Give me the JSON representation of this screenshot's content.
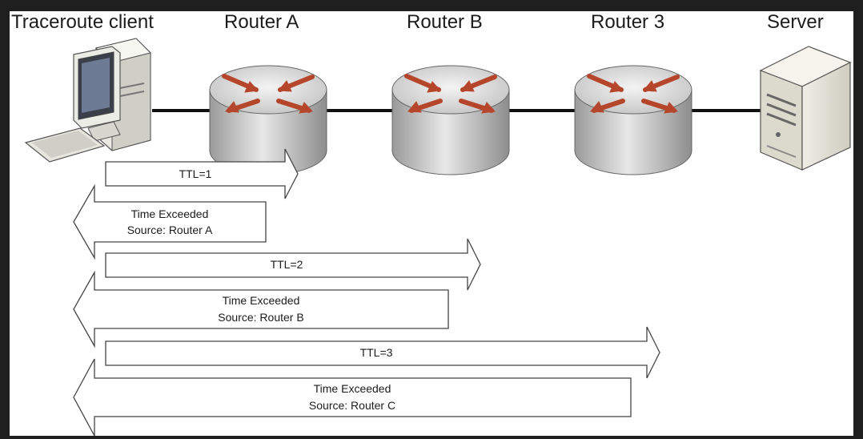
{
  "nodes": [
    {
      "key": "client",
      "label": "Traceroute client",
      "icon": "computer-icon"
    },
    {
      "key": "router_a",
      "label": "Router A",
      "icon": "router-icon"
    },
    {
      "key": "router_b",
      "label": "Router B",
      "icon": "router-icon"
    },
    {
      "key": "router_3",
      "label": "Router 3",
      "icon": "router-icon"
    },
    {
      "key": "server",
      "label": "Server",
      "icon": "server-icon"
    }
  ],
  "messages": [
    {
      "direction": "forward",
      "lines": [
        "TTL=1"
      ]
    },
    {
      "direction": "return",
      "lines": [
        "Time Exceeded",
        "Source: Router A"
      ]
    },
    {
      "direction": "forward",
      "lines": [
        "TTL=2"
      ]
    },
    {
      "direction": "return",
      "lines": [
        "Time Exceeded",
        "Source: Router B"
      ]
    },
    {
      "direction": "forward",
      "lines": [
        "TTL=3"
      ]
    },
    {
      "direction": "return",
      "lines": [
        "Time Exceeded",
        "Source: Router C"
      ]
    }
  ],
  "colors": {
    "background": "#ffffff",
    "frame": "#1f1f1f",
    "router_body": "#d8d8d8",
    "router_arrow": "#b5462b",
    "arrow_fill": "#ffffff",
    "arrow_stroke": "#444444",
    "link": "#111111"
  }
}
